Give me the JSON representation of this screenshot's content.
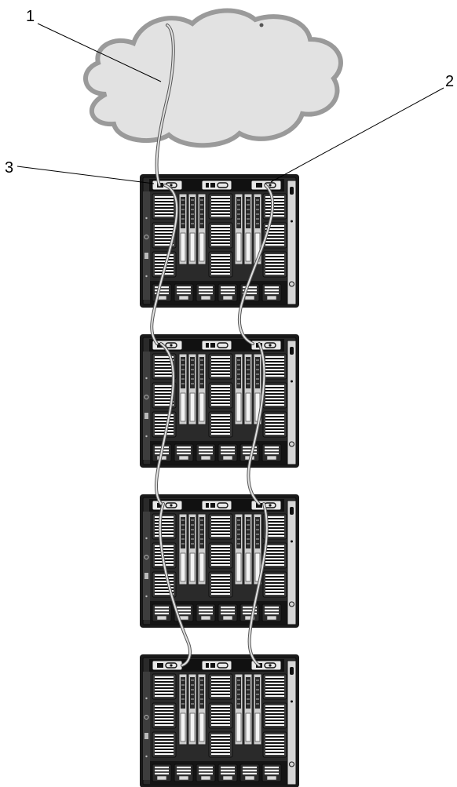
{
  "callouts": {
    "c1": "1",
    "c2": "2",
    "c3": "3"
  },
  "chassis_count": 4,
  "colors": {
    "cloud_fill": "#e2e2e2",
    "cloud_stroke": "#9a9a9a",
    "chassis_body": "#1a1a1a",
    "cable": "#8f8f8f",
    "line": "#000000"
  }
}
